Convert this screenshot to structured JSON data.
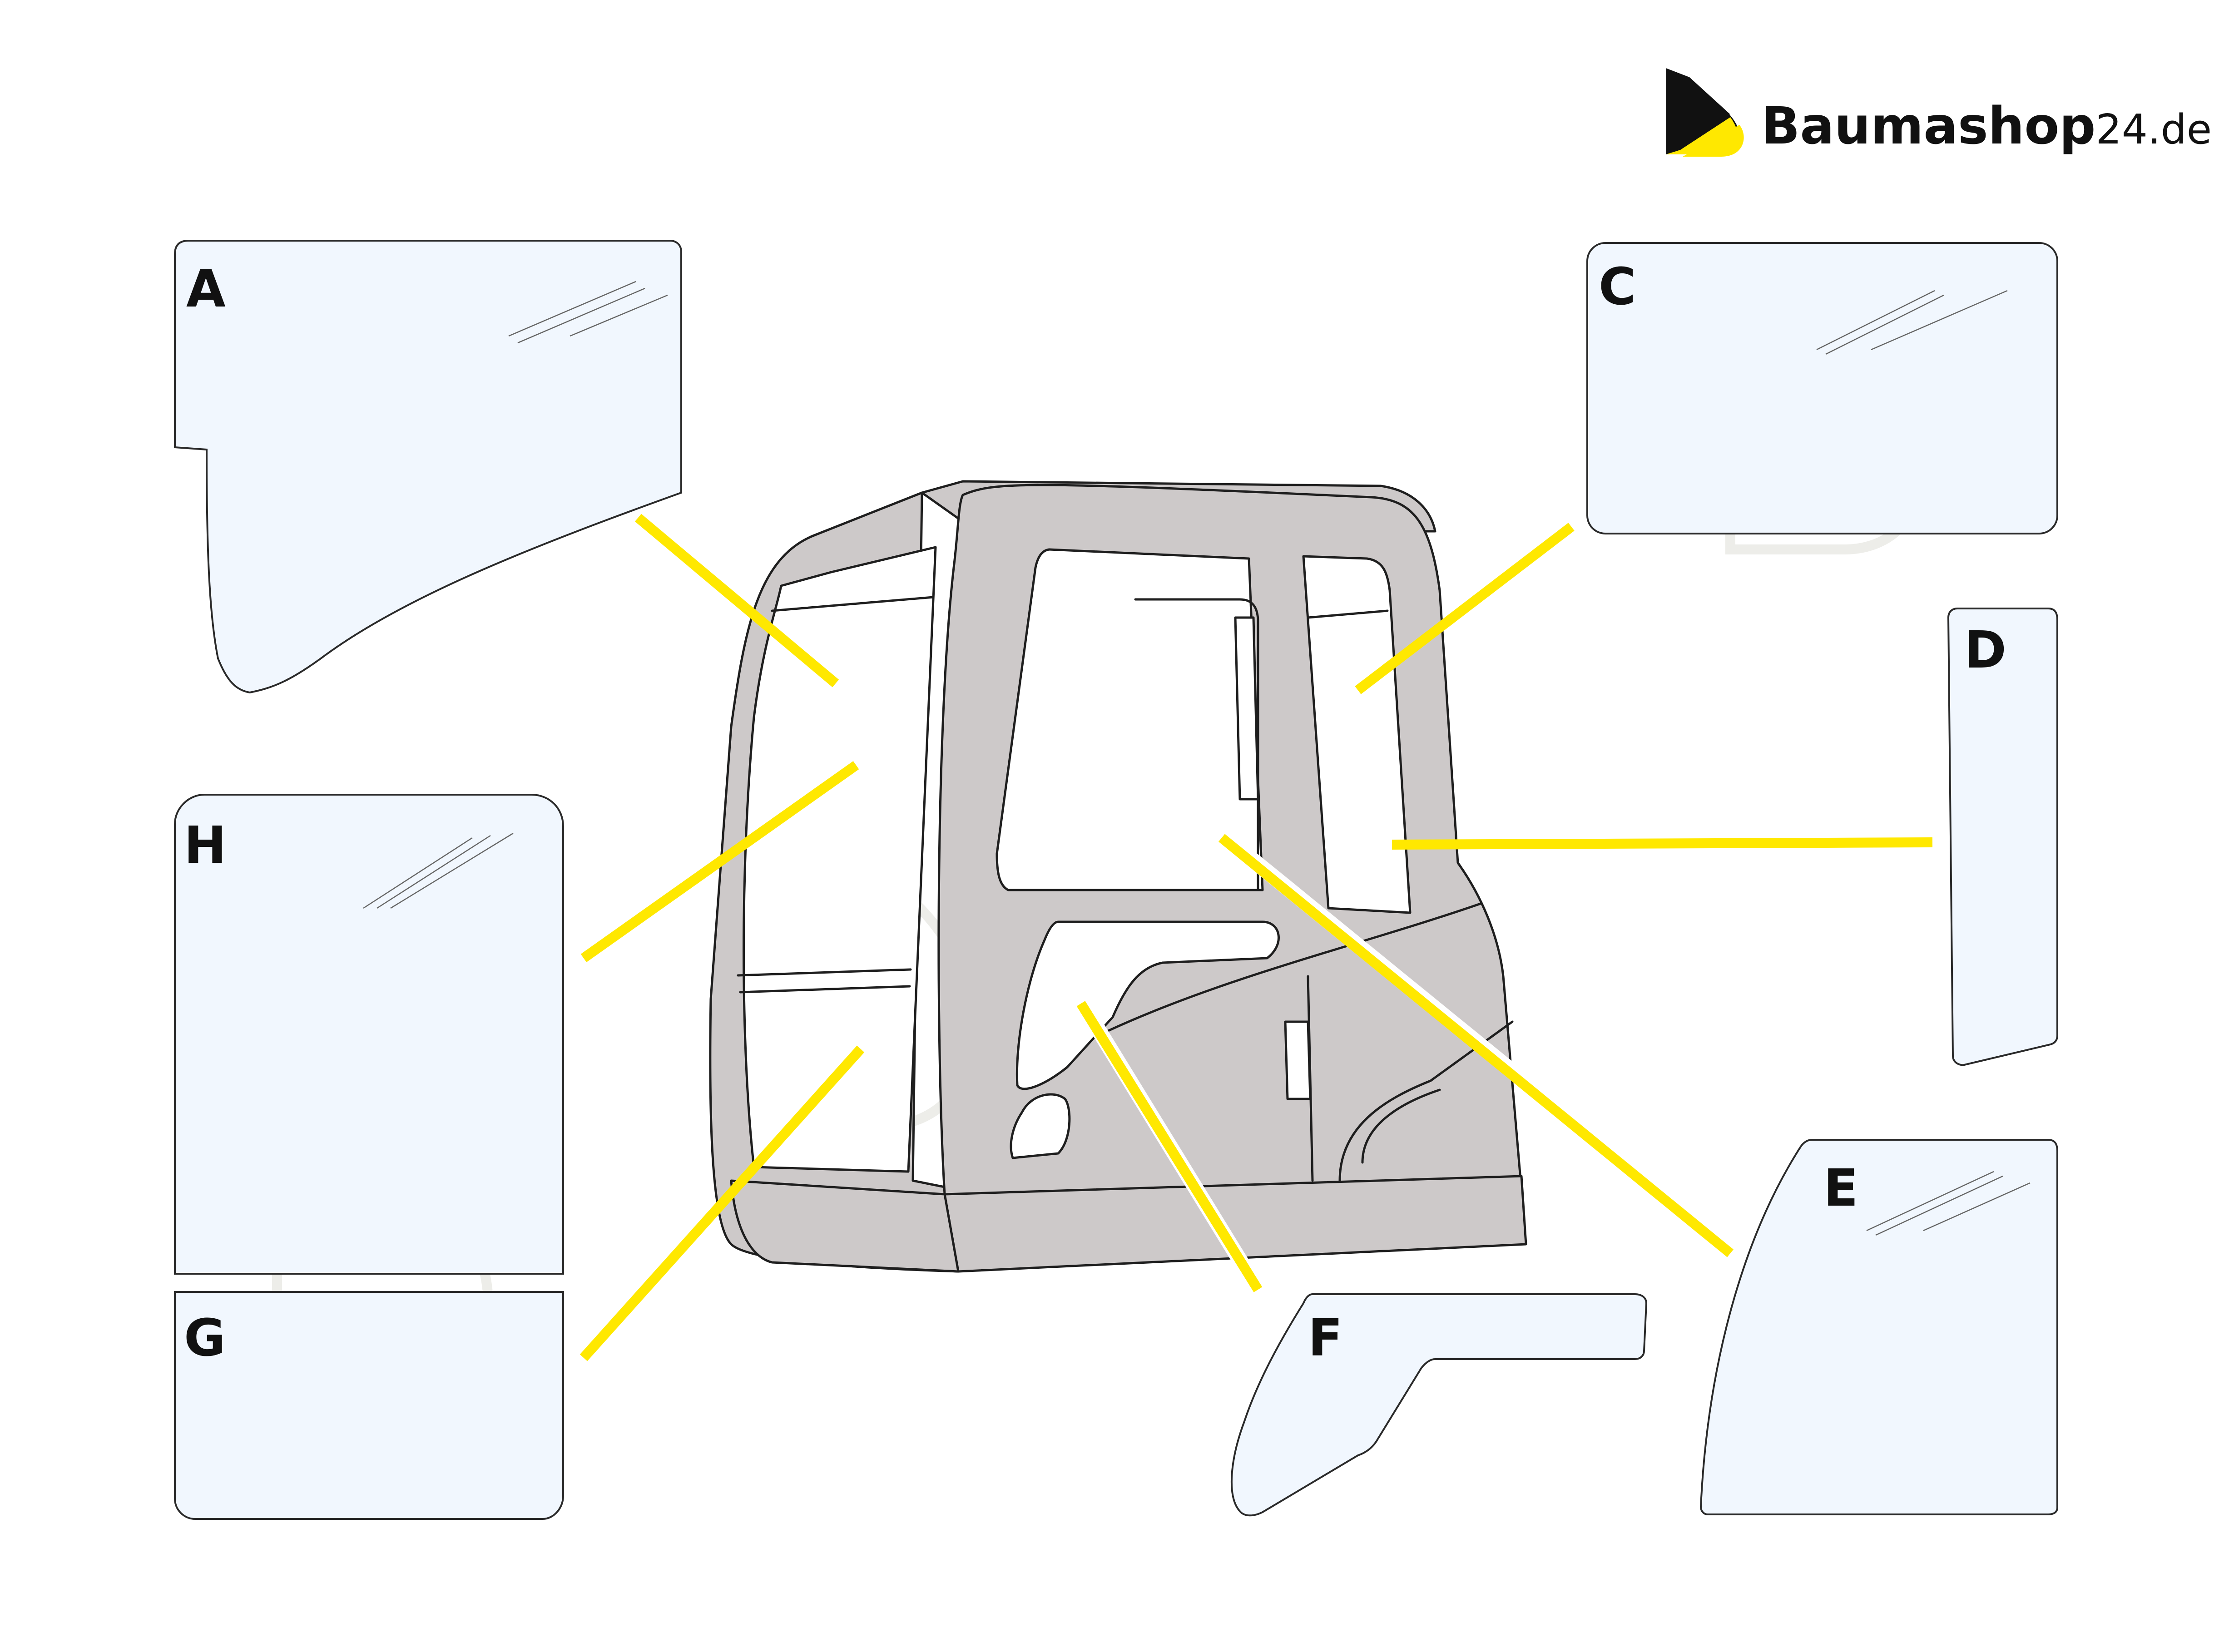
{
  "brand": {
    "name": "Baumashop",
    "suffix": "24.de",
    "colors": {
      "yellow": "#ffe800",
      "black": "#111111"
    }
  },
  "parts": [
    {
      "id": "A",
      "label": "A"
    },
    {
      "id": "C",
      "label": "C"
    },
    {
      "id": "D",
      "label": "D"
    },
    {
      "id": "E",
      "label": "E"
    },
    {
      "id": "F",
      "label": "F"
    },
    {
      "id": "G",
      "label": "G"
    },
    {
      "id": "H",
      "label": "H"
    }
  ],
  "colors": {
    "leader": "#ffe800",
    "glass_fill": "#f1f7fe",
    "cab_body": "#cdc9c9",
    "outline": "#2a2a2a"
  }
}
